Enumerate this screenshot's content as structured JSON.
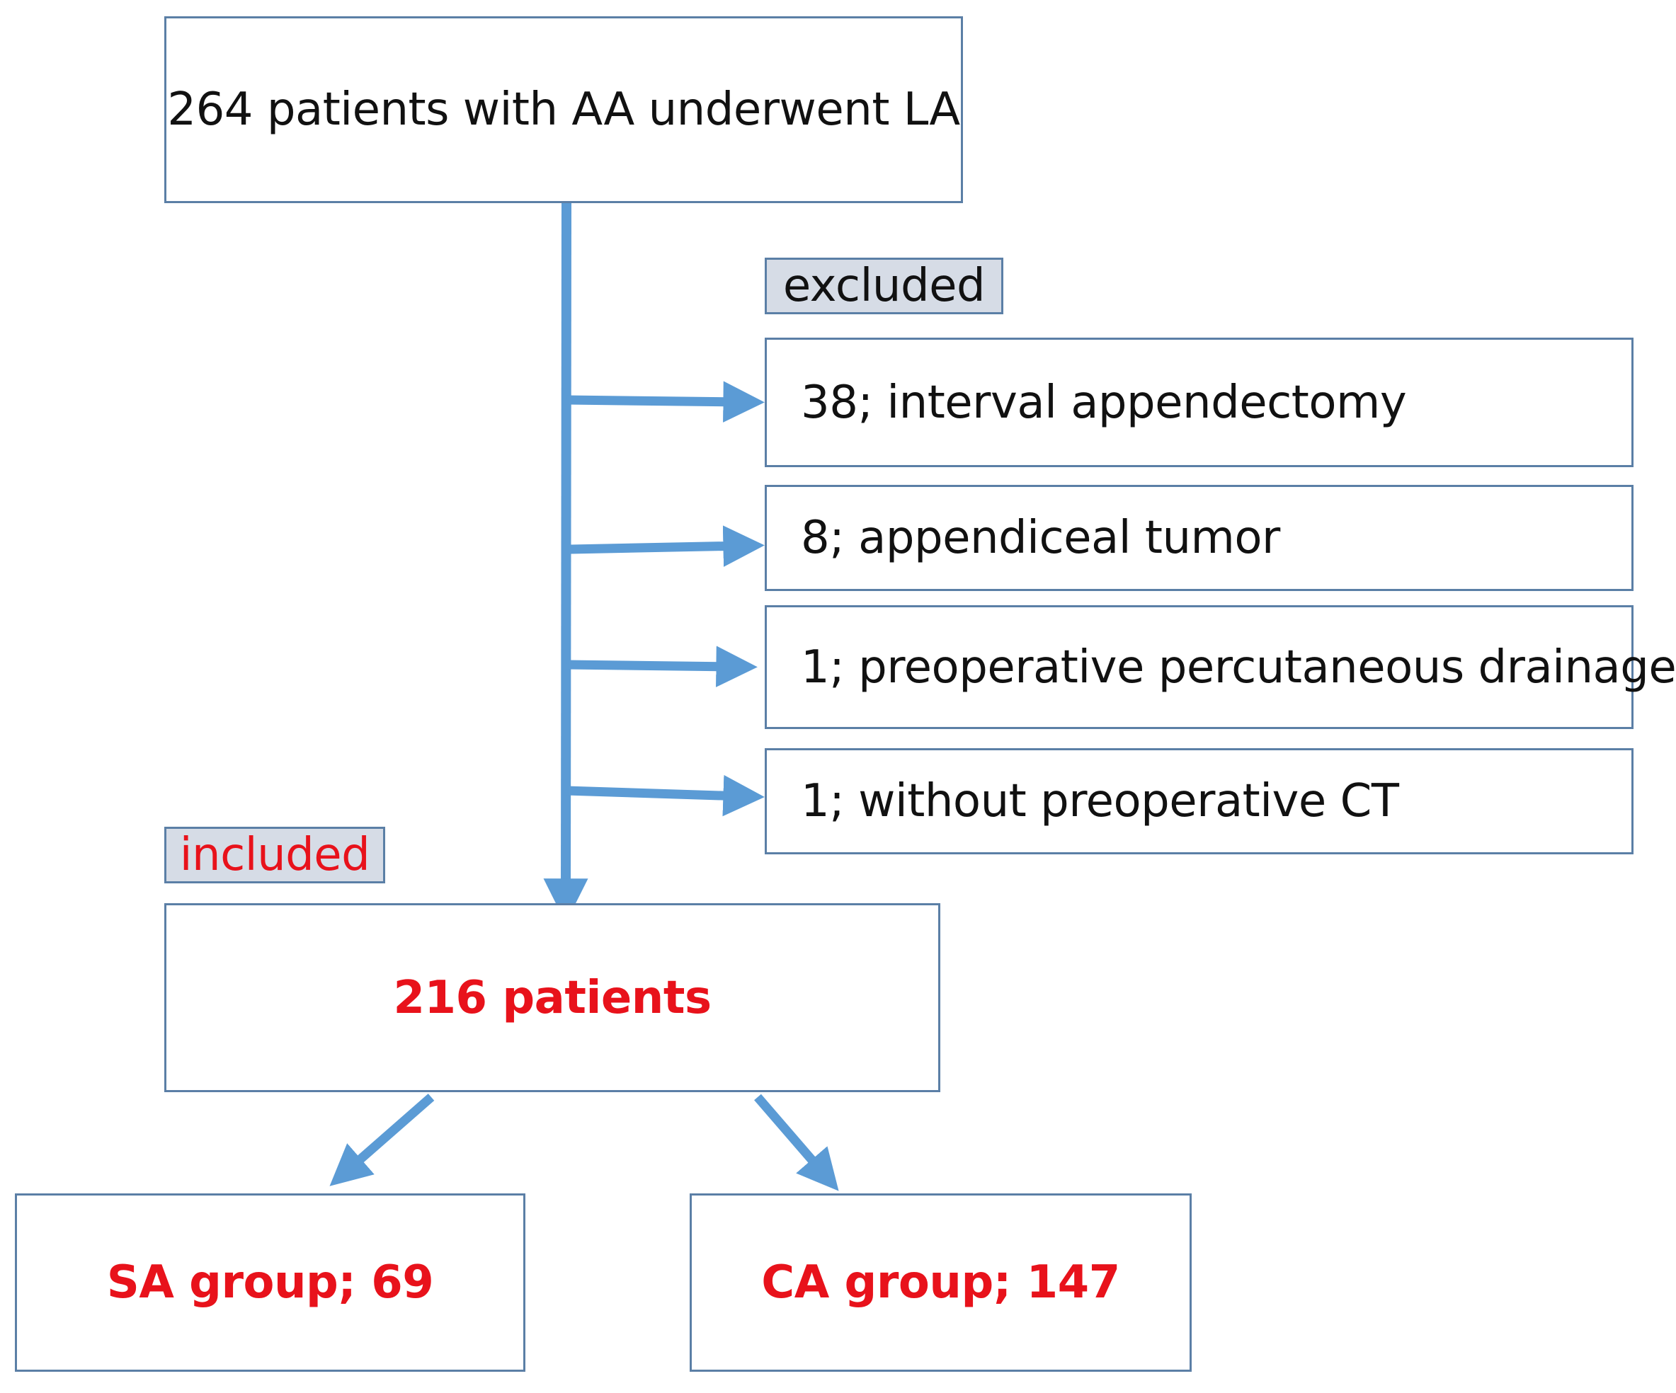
{
  "diagram": {
    "top_box": {
      "text": "264 patients  with AA underwent LA"
    },
    "excluded_label": "excluded",
    "excluded_items": [
      {
        "text": "38; interval appendectomy"
      },
      {
        "text": "8; appendiceal tumor"
      },
      {
        "text": "1; preoperative percutaneous drainage"
      },
      {
        "text": "1; without preoperative CT"
      }
    ],
    "included_label": "included",
    "included_box": {
      "text": "216 patients"
    },
    "groups": [
      {
        "text": "SA group; 69"
      },
      {
        "text": "CA group; 147"
      }
    ],
    "colors": {
      "arrow": "#5b9bd5",
      "box_border": "#5b7fa6",
      "label_fill": "#d6dce6",
      "highlight_text": "#e8121b"
    }
  }
}
